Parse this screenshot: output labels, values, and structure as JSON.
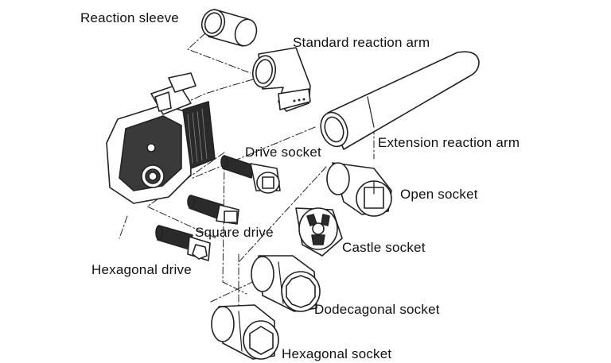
{
  "colors": {
    "ink": "#111111",
    "stroke": "#222222",
    "background": "#ffffff",
    "dark_fill": "#2a2a2a"
  },
  "labels": {
    "reaction_sleeve": "Reaction sleeve",
    "standard_reaction_arm": "Standard reaction arm",
    "extension_reaction_arm": "Extension reaction arm",
    "drive_socket": "Drive socket",
    "open_socket": "Open socket",
    "square_drive": "Square drive",
    "castle_socket": "Castle socket",
    "hexagonal_drive": "Hexagonal drive",
    "dodecagonal_socket": "Dodecagonal socket",
    "hexagonal_socket": "Hexagonal socket"
  }
}
